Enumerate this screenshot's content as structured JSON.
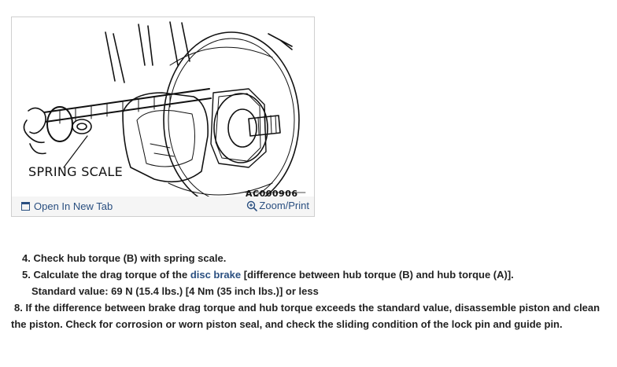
{
  "figure": {
    "label": "SPRING SCALE",
    "code": "AC000906",
    "open_tab_label": "Open In New Tab",
    "zoom_label": "Zoom/Print"
  },
  "steps": {
    "s4": "4. Check hub torque (B) with spring scale.",
    "s5_pre": "5. Calculate the drag torque of the ",
    "s5_link": "disc brake",
    "s5_post": " [difference between hub torque (B) and hub torque (A)].",
    "standard": "Standard value: 69 N (15.4 lbs.) [4 Nm (35 inch lbs.)] or less",
    "s8_line1": "8. If the difference between brake drag torque and hub torque exceeds the standard value, disassemble piston and clean",
    "s8_line2": "the piston. Check for corrosion or worn piston seal, and check the sliding condition of the lock pin and guide pin."
  },
  "colors": {
    "link": "#2a4f80",
    "footer_bg": "#f5f5f5",
    "border": "#cfcfcf"
  }
}
